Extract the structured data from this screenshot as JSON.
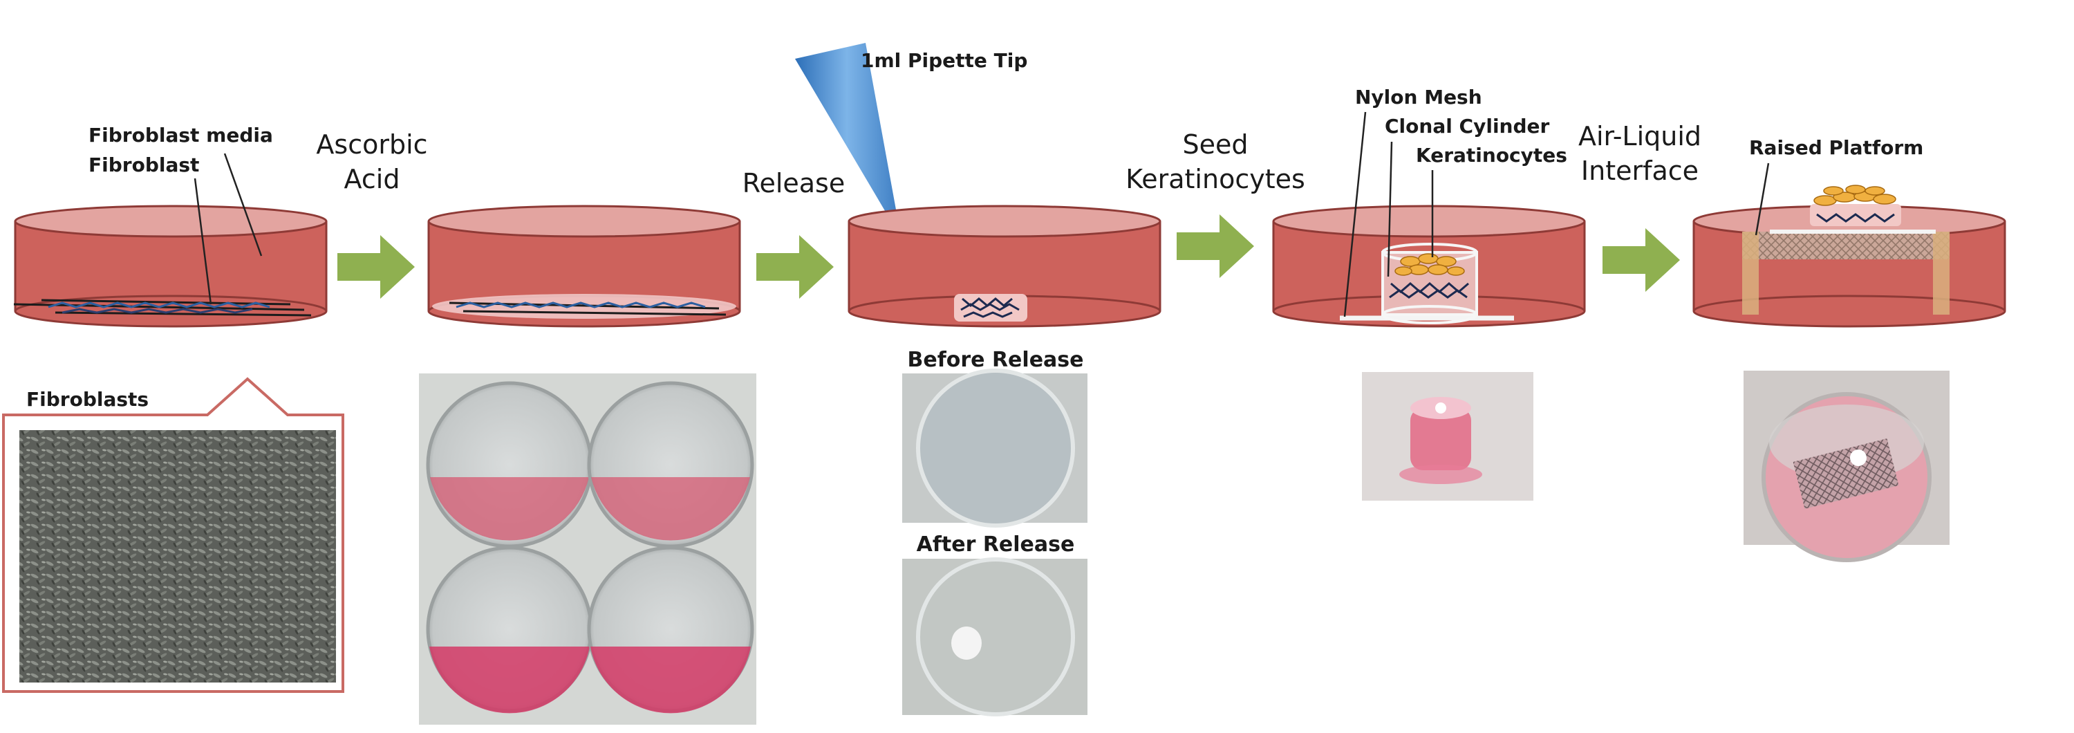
{
  "labels": {
    "fibroblast_media": "Fibroblast media",
    "fibroblast": "Fibroblast",
    "ascorbic": "Ascorbic",
    "acid": "Acid",
    "release": "Release",
    "pipette_tip": "1ml Pipette Tip",
    "seed": "Seed",
    "keratinocytes_step": "Keratinocytes",
    "nylon_mesh": "Nylon Mesh",
    "clonal_cylinder": "Clonal Cylinder",
    "keratinocytes": "Keratinocytes",
    "air_liquid": "Air-Liquid",
    "interface": "Interface",
    "raised_platform": "Raised Platform",
    "fibroblasts": "Fibroblasts",
    "before_release": "Before Release",
    "after_release": "After Release"
  },
  "colors": {
    "dish": "#cd625c",
    "dish_top": "#e3a4a0",
    "dish_stroke": "#8e3a36",
    "arrow": "#8fb050",
    "pipette": "#4a86c8",
    "cells": "#2c3e70",
    "keratinocyte": "#f0b040",
    "callout": "#c96a64"
  }
}
